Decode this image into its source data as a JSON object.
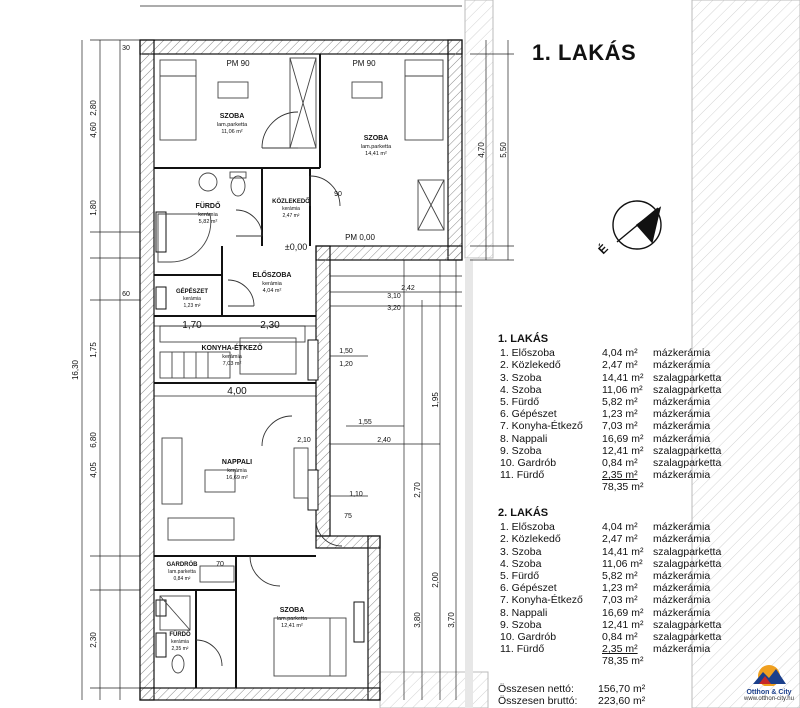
{
  "plan": {
    "title": "1. LAKÁS",
    "rooms": [
      {
        "name": "SZOBA",
        "floor": "lam.parketta",
        "area": "11,06 m²"
      },
      {
        "name": "SZOBA",
        "floor": "lam.parketta",
        "area": "14,41 m²"
      },
      {
        "name": "FÜRDŐ",
        "floor": "kerámia",
        "area": "5,82 m²"
      },
      {
        "name": "KÖZLEKEDŐ",
        "floor": "kerámia",
        "area": "2,47 m²"
      },
      {
        "name": "ELŐSZOBA",
        "floor": "kerámia",
        "area": "4,04 m²"
      },
      {
        "name": "GÉPÉSZET",
        "floor": "kerámia",
        "area": "1,23 m²"
      },
      {
        "name": "KONYHA-ÉTKEZŐ",
        "floor": "kerámia",
        "area": "7,03 m²"
      },
      {
        "name": "NAPPALI",
        "floor": "kerámia",
        "area": "16,69 m²"
      },
      {
        "name": "GARDRÓB",
        "floor": "lam.parketta",
        "area": "0,84 m²"
      },
      {
        "name": "SZOBA",
        "floor": "lam.parketta",
        "area": "12,41 m²"
      },
      {
        "name": "FÜRDŐ",
        "floor": "kerámia",
        "area": "2,35 m²"
      }
    ],
    "labels": {
      "pm90_a": "PM 90",
      "pm90_b": "PM 90",
      "pm000": "PM 0,00",
      "level": "±0,00",
      "d_170": "1,70",
      "d_230": "2,30",
      "d_400": "4,00",
      "d_155": "1,55",
      "d_240": "2,40",
      "d_310": "3,10",
      "d_320": "3,20",
      "d_242": "2,42",
      "d_150": "1,50",
      "d_120": "1,20",
      "d_110": "1,10",
      "d_210": "2,10",
      "d_75": "75",
      "d_90": "90",
      "d_70": "70",
      "d_60": "60",
      "d_1630": "16,30",
      "d_680": "6,80",
      "d_405": "4,05",
      "d_460": "4,60",
      "d_280": "2,80",
      "d_470": "4,70",
      "d_550": "5,50",
      "d_195": "1,95",
      "d_270": "2,70",
      "d_200": "2,00",
      "d_370": "3,70",
      "d_380": "3,80",
      "d_230b": "2,30",
      "d_175": "1,75",
      "d_180": "1,80",
      "d_30": "30"
    }
  },
  "compass": {
    "label": "É"
  },
  "tables": [
    {
      "heading": "1.  LAKÁS",
      "rows": [
        {
          "name": "1. Előszoba",
          "area": "4,04 m²",
          "floor": "mázkerámia"
        },
        {
          "name": "2. Közlekedő",
          "area": "2,47 m²",
          "floor": "mázkerámia"
        },
        {
          "name": "3. Szoba",
          "area": "14,41 m²",
          "floor": "szalagparketta"
        },
        {
          "name": "4. Szoba",
          "area": "11,06 m²",
          "floor": "szalagparketta"
        },
        {
          "name": "5. Fürdő",
          "area": "5,82 m²",
          "floor": "mázkerámia"
        },
        {
          "name": "6. Gépészet",
          "area": "1,23 m²",
          "floor": "mázkerámia"
        },
        {
          "name": "7. Konyha-Étkező",
          "area": "7,03 m²",
          "floor": "mázkerámia"
        },
        {
          "name": "8. Nappali",
          "area": "16,69 m²",
          "floor": "mázkerámia"
        },
        {
          "name": "9. Szoba",
          "area": "12,41 m²",
          "floor": "szalagparketta"
        },
        {
          "name": "10. Gardrób",
          "area": "0,84 m²",
          "floor": "szalagparketta"
        },
        {
          "name": "11. Fürdő",
          "area": "2,35 m²",
          "floor": "mázkerámia"
        }
      ],
      "total": "78,35 m²"
    },
    {
      "heading": "2.  LAKÁS",
      "rows": [
        {
          "name": "1. Előszoba",
          "area": "4,04 m²",
          "floor": "mázkerámia"
        },
        {
          "name": "2. Közlekedő",
          "area": "2,47 m²",
          "floor": "mázkerámia"
        },
        {
          "name": "3. Szoba",
          "area": "14,41 m²",
          "floor": "szalagparketta"
        },
        {
          "name": "4. Szoba",
          "area": "11,06 m²",
          "floor": "szalagparketta"
        },
        {
          "name": "5. Fürdő",
          "area": "5,82 m²",
          "floor": "mázkerámia"
        },
        {
          "name": "6. Gépészet",
          "area": "1,23 m²",
          "floor": "mázkerámia"
        },
        {
          "name": "7. Konyha-Étkező",
          "area": "7,03 m²",
          "floor": "mázkerámia"
        },
        {
          "name": "8. Nappali",
          "area": "16,69 m²",
          "floor": "mázkerámia"
        },
        {
          "name": "9. Szoba",
          "area": "12,41 m²",
          "floor": "szalagparketta"
        },
        {
          "name": "10. Gardrób",
          "area": "0,84 m²",
          "floor": "szalagparketta"
        },
        {
          "name": "11. Fürdő",
          "area": "2,35 m²",
          "floor": "mázkerámia"
        }
      ],
      "total": "78,35 m²"
    }
  ],
  "totals": {
    "net_label": "Összesen nettó:",
    "net_value": "156,70 m²",
    "gross_label": "Összesen bruttó:",
    "gross_value": "223,60 m²"
  },
  "logo": {
    "brand": "Otthon & City",
    "url": "www.otthon-city.hu"
  },
  "colors": {
    "wall": "#d9d9d9",
    "line": "#111111",
    "hatch": "#9a9a9a",
    "logo_blue": "#1b3f8b",
    "logo_red": "#c62828"
  }
}
